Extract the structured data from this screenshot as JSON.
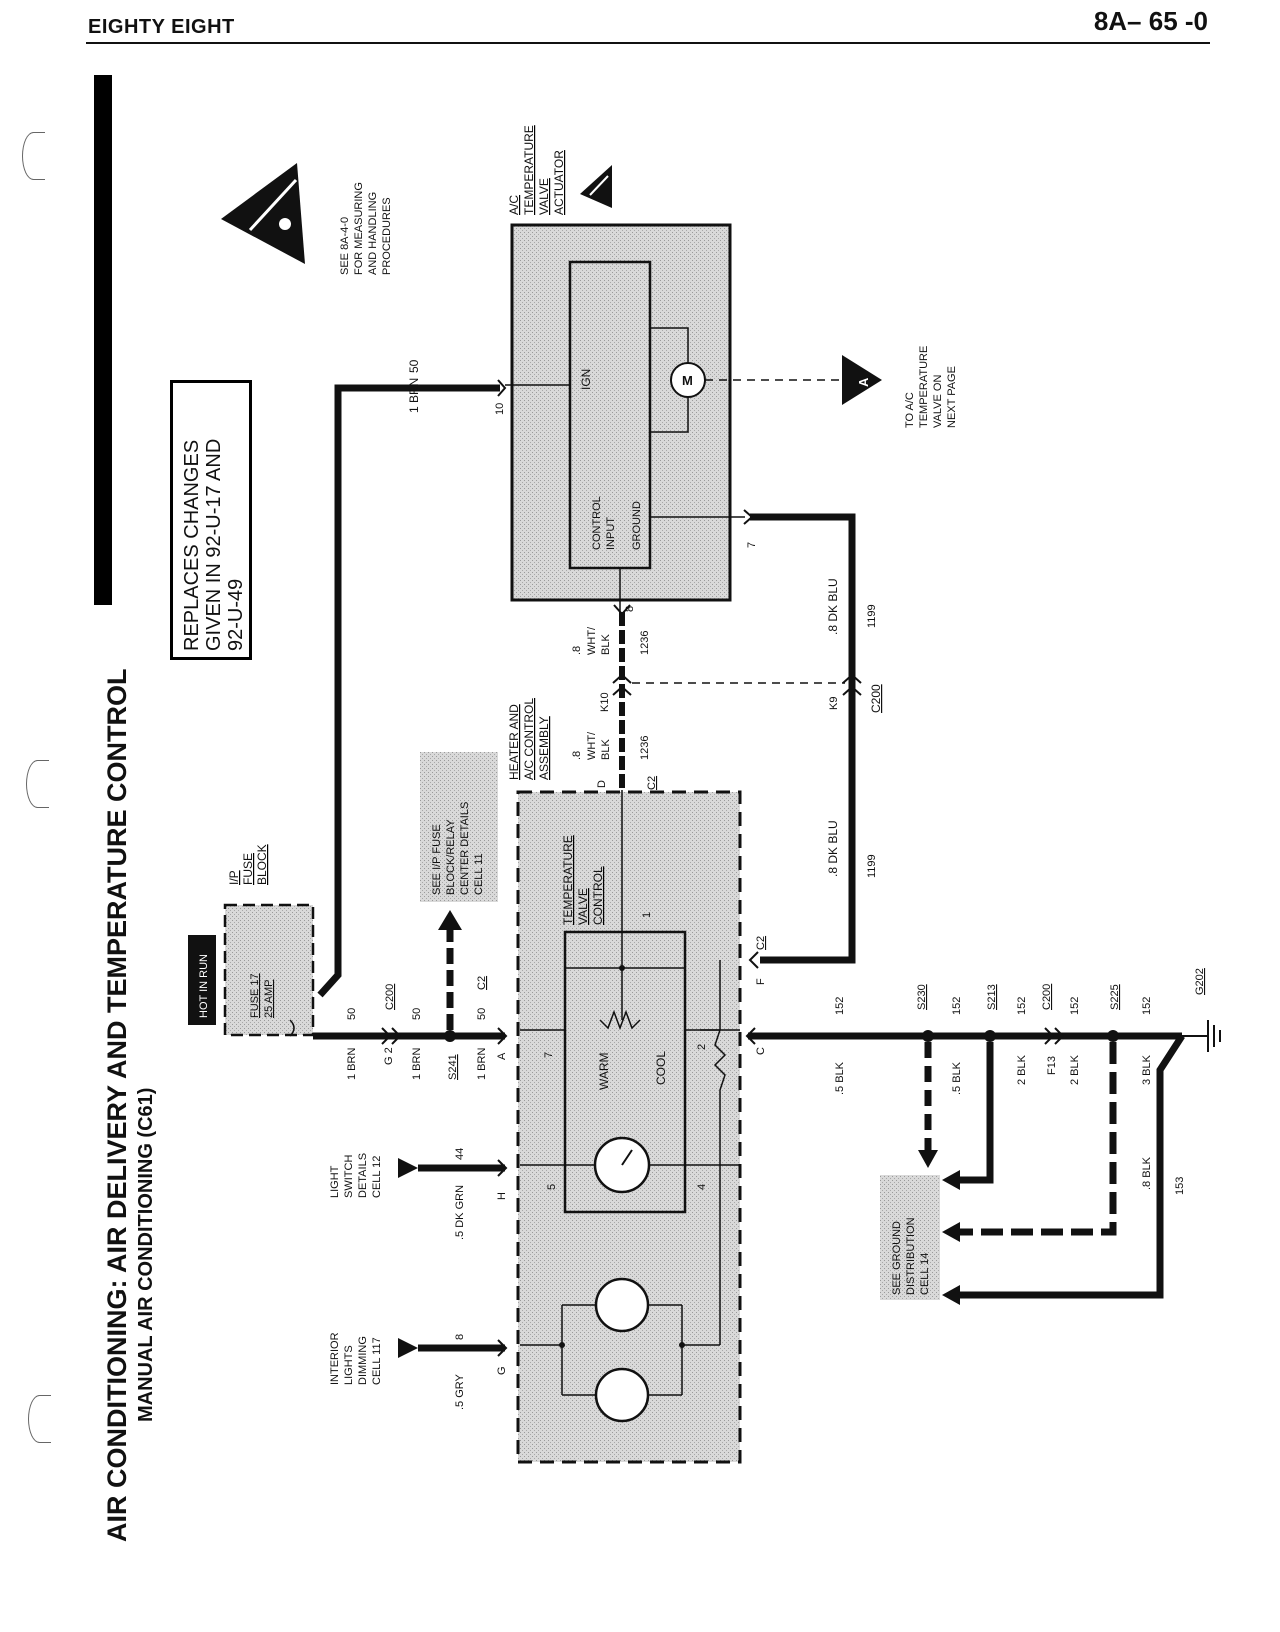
{
  "header": {
    "left": "EIGHTY EIGHT",
    "right": "8A– 65 -0"
  },
  "title": {
    "main": "AIR CONDITIONING: AIR DELIVERY AND TEMPERATURE CONTROL",
    "sub": "MANUAL AIR CONDITIONING (C61)"
  },
  "notice": {
    "line1": "REPLACES CHANGES",
    "line2": "GIVEN IN 92-U-17 AND",
    "line3": "92-U-49"
  },
  "esd": {
    "line1": "SEE 8A-4-0",
    "line2": "FOR MEASURING",
    "line3": "AND HANDLING",
    "line4": "PROCEDURES"
  },
  "actuator": {
    "title1": "A/C",
    "title2": "TEMPERATURE",
    "title3": "VALVE",
    "title4": "ACTUATOR",
    "ign": "IGN",
    "ctrl1": "CONTROL",
    "ctrl2": "INPUT",
    "ground": "GROUND",
    "motor": "M",
    "pin10": "10",
    "pin7": "7",
    "pin8": "8"
  },
  "to_valve": {
    "badge": "A",
    "line1": "TO A/C",
    "line2": "TEMPERATURE",
    "line3": "VALVE ON",
    "line4": "NEXT PAGE"
  },
  "hot_in_run": "HOT IN RUN",
  "fuse_block": {
    "l1": "I/P",
    "l2": "FUSE",
    "l3": "BLOCK",
    "fuse": "FUSE 17",
    "amp": "25 AMP"
  },
  "see_ip": {
    "l1": "SEE I/P FUSE",
    "l2": "BLOCK/RELAY",
    "l3": "CENTER DETAILS",
    "l4": "CELL 11"
  },
  "heater": {
    "t1": "HEATER AND",
    "t2": "A/C CONTROL",
    "t3": "ASSEMBLY"
  },
  "temp_valve": {
    "t1": "TEMPERATURE",
    "t2": "VALVE",
    "t3": "CONTROL",
    "warm": "WARM",
    "cool": "COOL",
    "pin1": "1",
    "pin2": "2",
    "pin4": "4",
    "pin5": "5",
    "pin7": "7"
  },
  "wires": {
    "w_1brn": "1 BRN",
    "w_50": "50",
    "w_08wht": ".8",
    "w_wht": "WHT/",
    "w_blk": "BLK",
    "w_1236": "1236",
    "w_08dkblu": ".8 DK BLU",
    "w_1199": "1199",
    "w_05blk": ".5 BLK",
    "w_152": "152",
    "w_2blk": "2 BLK",
    "w_3blk": "3 BLK",
    "w_08blk": ".8 BLK",
    "w_153": "153",
    "w_05dkgrn": ".5 DK GRN",
    "w_44": "44",
    "w_05gry": ".5 GRY",
    "w_8": "8"
  },
  "connectors": {
    "c200": "C200",
    "c2": "C2",
    "g2": "G 2",
    "s241": "S241",
    "k10": "K10",
    "k9": "K9",
    "s230": "S230",
    "s213": "S213",
    "s225": "S225",
    "g202": "G202",
    "f13": "F13",
    "pa": "A",
    "pc": "C",
    "pd": "D",
    "pf": "F",
    "ph": "H",
    "pg": "G"
  },
  "light_switch": {
    "l1": "LIGHT",
    "l2": "SWITCH",
    "l3": "DETAILS",
    "l4": "CELL 12"
  },
  "interior": {
    "l1": "INTERIOR",
    "l2": "LIGHTS",
    "l3": "DIMMING",
    "l4": "CELL 117"
  },
  "ground_dist": {
    "l1": "SEE GROUND",
    "l2": "DISTRIBUTION",
    "l3": "CELL 14"
  }
}
